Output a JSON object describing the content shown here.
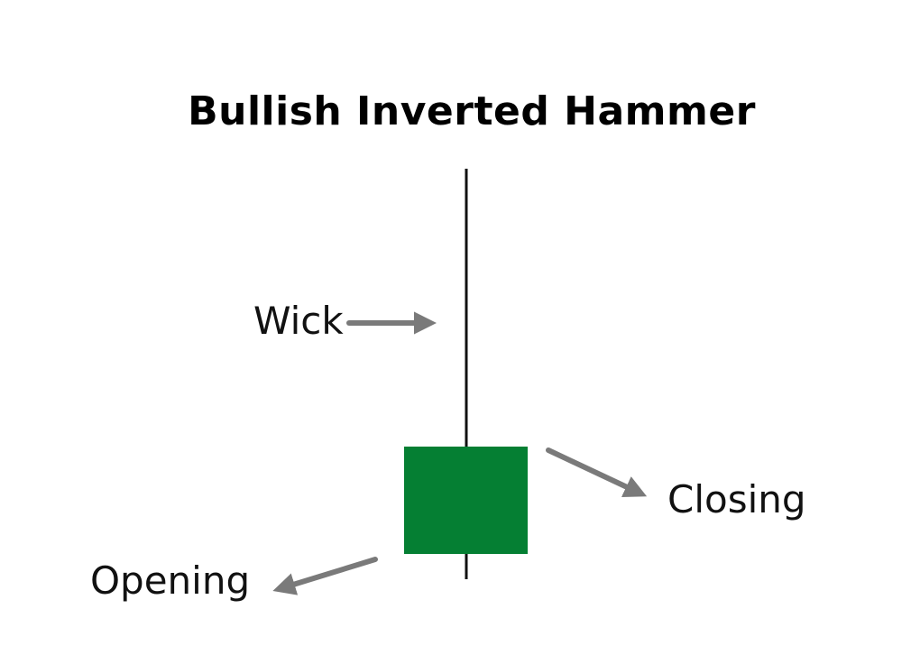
{
  "title": "Bullish Inverted Hammer",
  "labels": {
    "wick": "Wick",
    "closing": "Closing",
    "opening": "Opening"
  },
  "colors": {
    "candle_body": "#057f33",
    "wick": "#111111",
    "arrow": "#7a7a7a",
    "text": "#111111"
  }
}
